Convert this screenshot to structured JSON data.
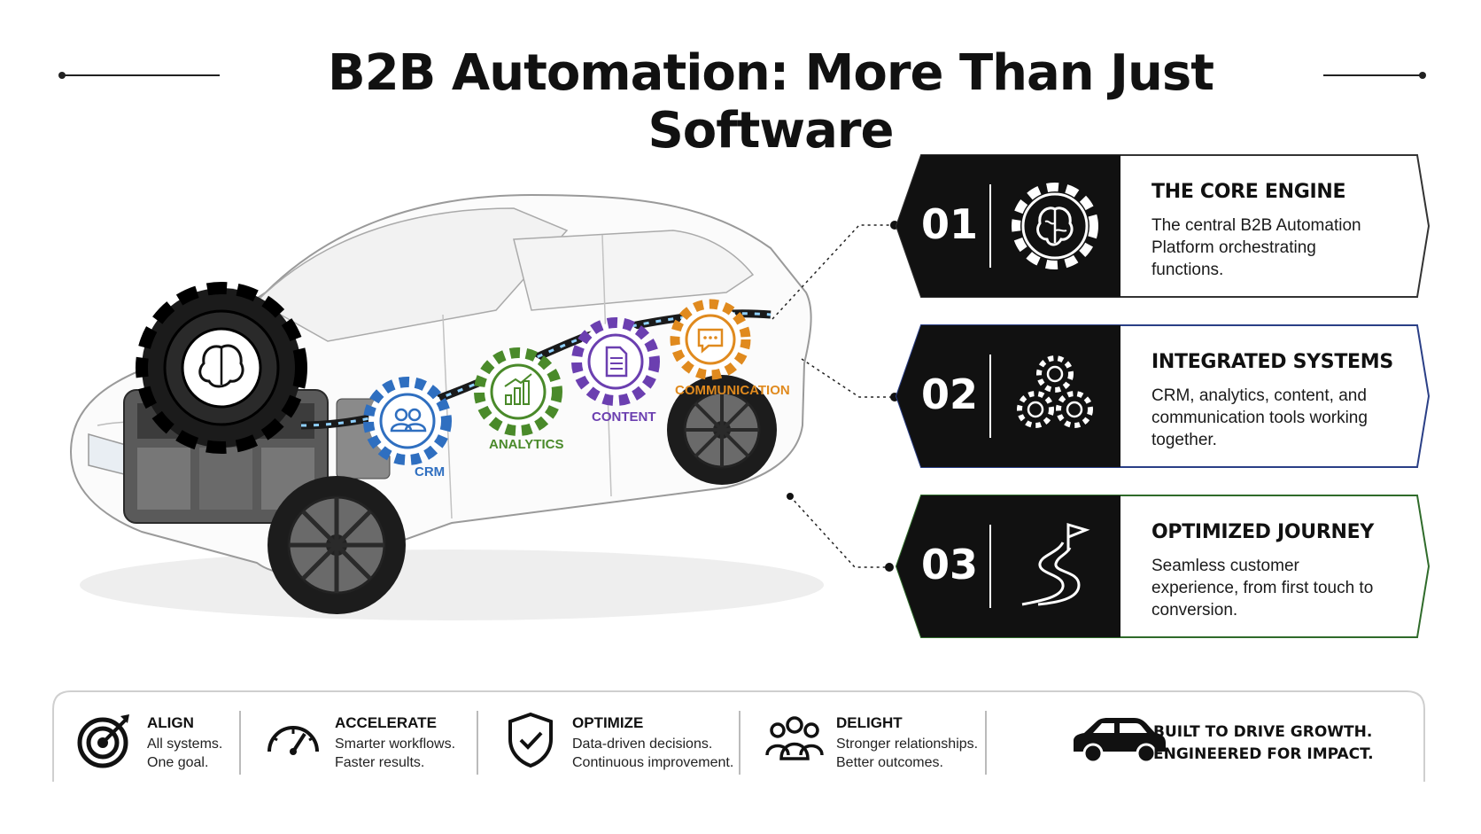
{
  "title": "B2B Automation: More Than Just Software",
  "colors": {
    "crm": "#2f6fc0",
    "analytics": "#4a8a2a",
    "content": "#6b3fb0",
    "communication": "#e08a1e",
    "dark": "#111111",
    "card2_border": "#2a3f86",
    "card3_border": "#2f6b2a"
  },
  "gears": [
    {
      "label": "CRM",
      "icon": "people-icon"
    },
    {
      "label": "ANALYTICS",
      "icon": "bar-chart-icon"
    },
    {
      "label": "CONTENT",
      "icon": "document-icon"
    },
    {
      "label": "COMMUNICATION",
      "icon": "chat-bubble-icon"
    }
  ],
  "cards": [
    {
      "number": "01",
      "title": "THE CORE ENGINE",
      "description": "The central B2B Automation Platform orchestrating functions.",
      "icon": "brain-gear-icon"
    },
    {
      "number": "02",
      "title": "INTEGRATED SYSTEMS",
      "description": "CRM, analytics, content, and communication tools working together.",
      "icon": "gears-icon"
    },
    {
      "number": "03",
      "title": "OPTIMIZED JOURNEY",
      "description": "Seamless customer experience, from first touch to conversion.",
      "icon": "road-flag-icon"
    }
  ],
  "pillars": [
    {
      "title": "ALIGN",
      "line1": "All systems.",
      "line2": "One goal.",
      "icon": "target-icon"
    },
    {
      "title": "ACCELERATE",
      "line1": "Smarter workflows.",
      "line2": "Faster results.",
      "icon": "speedometer-icon"
    },
    {
      "title": "OPTIMIZE",
      "line1": "Data-driven decisions.",
      "line2": "Continuous improvement.",
      "icon": "shield-check-icon"
    },
    {
      "title": "DELIGHT",
      "line1": "Stronger relationships.",
      "line2": "Better outcomes.",
      "icon": "group-icon"
    }
  ],
  "tagline": {
    "line1": "BUILT TO DRIVE GROWTH.",
    "line2": "ENGINEERED FOR IMPACT.",
    "icon": "car-icon"
  }
}
